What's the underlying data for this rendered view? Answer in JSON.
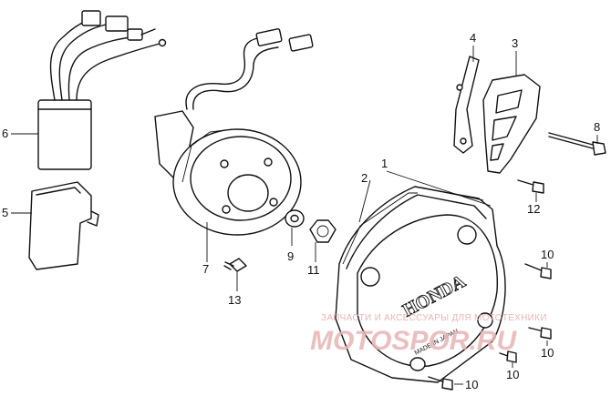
{
  "callouts": [
    {
      "id": "c1",
      "text": "1"
    },
    {
      "id": "c2",
      "text": "2"
    },
    {
      "id": "c3",
      "text": "3"
    },
    {
      "id": "c4",
      "text": "4"
    },
    {
      "id": "c5",
      "text": "5"
    },
    {
      "id": "c6",
      "text": "6"
    },
    {
      "id": "c7",
      "text": "7"
    },
    {
      "id": "c8",
      "text": "8"
    },
    {
      "id": "c9",
      "text": "9"
    },
    {
      "id": "c10a",
      "text": "10"
    },
    {
      "id": "c10b",
      "text": "10"
    },
    {
      "id": "c10c",
      "text": "10"
    },
    {
      "id": "c10d",
      "text": "10"
    },
    {
      "id": "c11",
      "text": "11"
    },
    {
      "id": "c12",
      "text": "12"
    },
    {
      "id": "c13",
      "text": "13"
    }
  ],
  "cover": {
    "brand": "HONDA",
    "origin": "MADE IN JAPAN"
  },
  "watermark": {
    "tagline": "ЗАПЧАСТИ И АКСЕССУАРЫ ДЛЯ МОТОТЕХНИКИ",
    "logo": "MOTOSPOR.RU"
  }
}
